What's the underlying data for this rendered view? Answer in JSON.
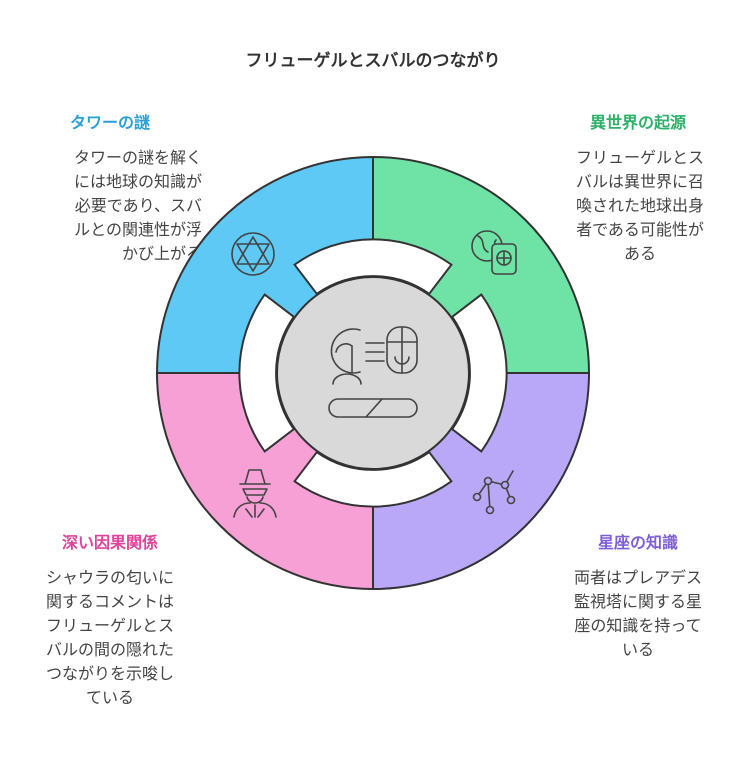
{
  "title": "フリューゲルとスバルのつながり",
  "quadrants": {
    "top_left": {
      "heading": "タワーの謎",
      "lines": [
        "タワーの謎を解く",
        "には地球の知識が",
        "必要であり、スバ",
        "ルとの関連性が浮",
        "かび上がる"
      ],
      "color": "#5ec9f5",
      "icon": "hexagram-icon"
    },
    "top_right": {
      "heading": "異世界の起源",
      "lines": [
        "フリューゲルとス",
        "バルは異世界に召",
        "喚された地球出身",
        "者である可能性が",
        "ある"
      ],
      "color": "#6fe3a6",
      "icon": "globe-passport-icon"
    },
    "bottom_left": {
      "heading": "深い因果関係",
      "lines": [
        "シャウラの匂いに",
        "関するコメントは",
        "フリューゲルとス",
        "バルの間の隠れた",
        "つながりを示唆し",
        "ている"
      ],
      "color": "#f7a0d5",
      "icon": "detective-icon"
    },
    "bottom_right": {
      "heading": "星座の知識",
      "lines": [
        "両者はプレアデス",
        "監視塔に関する星",
        "座の知識を持って",
        "いる"
      ],
      "color": "#b9a8f8",
      "icon": "constellation-icon"
    }
  },
  "center": {
    "icon": "brain-pill-icon",
    "color": "#d9d9d9"
  }
}
